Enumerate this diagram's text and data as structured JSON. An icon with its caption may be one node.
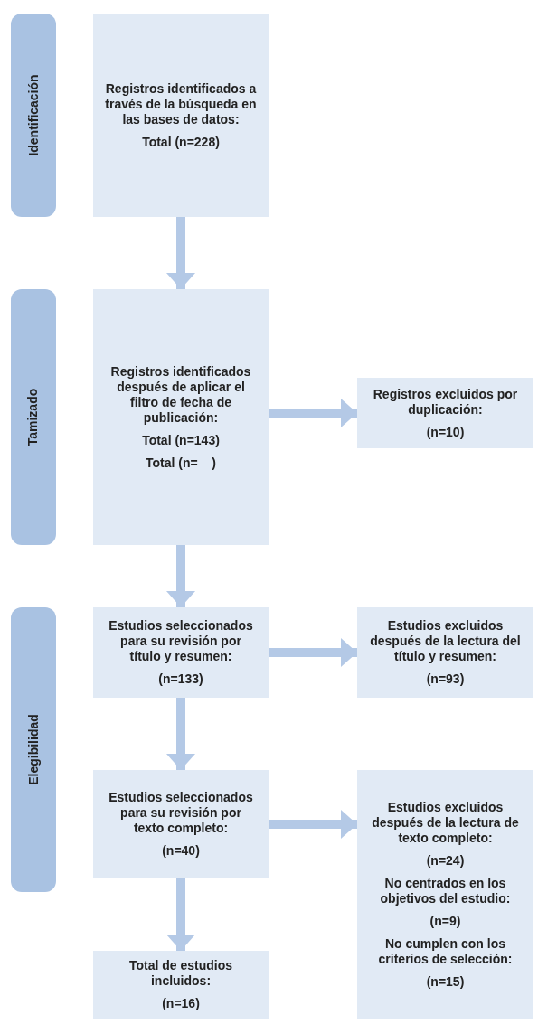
{
  "diagram": {
    "nodes": [
      {
        "text": [
          "Identificación"
        ]
      },
      {
        "text": [
          "Registros identificados a través de la búsqueda en las bases de datos:",
          "Total (n=228)"
        ]
      },
      {
        "text": [
          "Tamizado"
        ]
      },
      {
        "text": [
          "Registros identificados después de aplicar el filtro de fecha de publicación:",
          "Total (n=143)",
          "Total (n=    )"
        ]
      },
      {
        "text": [
          "Registros excluidos por duplicación:",
          "(n=10)"
        ]
      },
      {
        "text": [
          "Elegibilidad"
        ]
      },
      {
        "text": [
          "Estudios seleccionados para su revisión por título y resumen:",
          "(n=133)"
        ]
      },
      {
        "text": [
          "Estudios excluidos después de la lectura del título y resumen:",
          "(n=93)"
        ]
      },
      {
        "text": [
          "Estudios seleccionados para su revisión por texto completo:",
          "(n=40)"
        ]
      },
      {
        "text": [
          "Estudios excluidos después de la lectura de texto completo:",
          "(n=24)",
          "No centrados en los objetivos del estudio:",
          "(n=9)",
          "No cumplen con los criterios de selección:",
          "(n=15)"
        ]
      },
      {
        "text": [
          "Total de estudios incluidos:",
          "(n=16)"
        ]
      }
    ],
    "edges": [
      {
        "from": 1,
        "to": 3,
        "arrow": "to"
      },
      {
        "from": 3,
        "to": 4,
        "arrow": "to"
      },
      {
        "from": 3,
        "to": 6,
        "arrow": "to"
      },
      {
        "from": 6,
        "to": 7,
        "arrow": "to"
      },
      {
        "from": 6,
        "to": 8,
        "arrow": "to"
      },
      {
        "from": 8,
        "to": 9,
        "arrow": "to"
      },
      {
        "from": 8,
        "to": 10,
        "arrow": "to"
      }
    ]
  }
}
